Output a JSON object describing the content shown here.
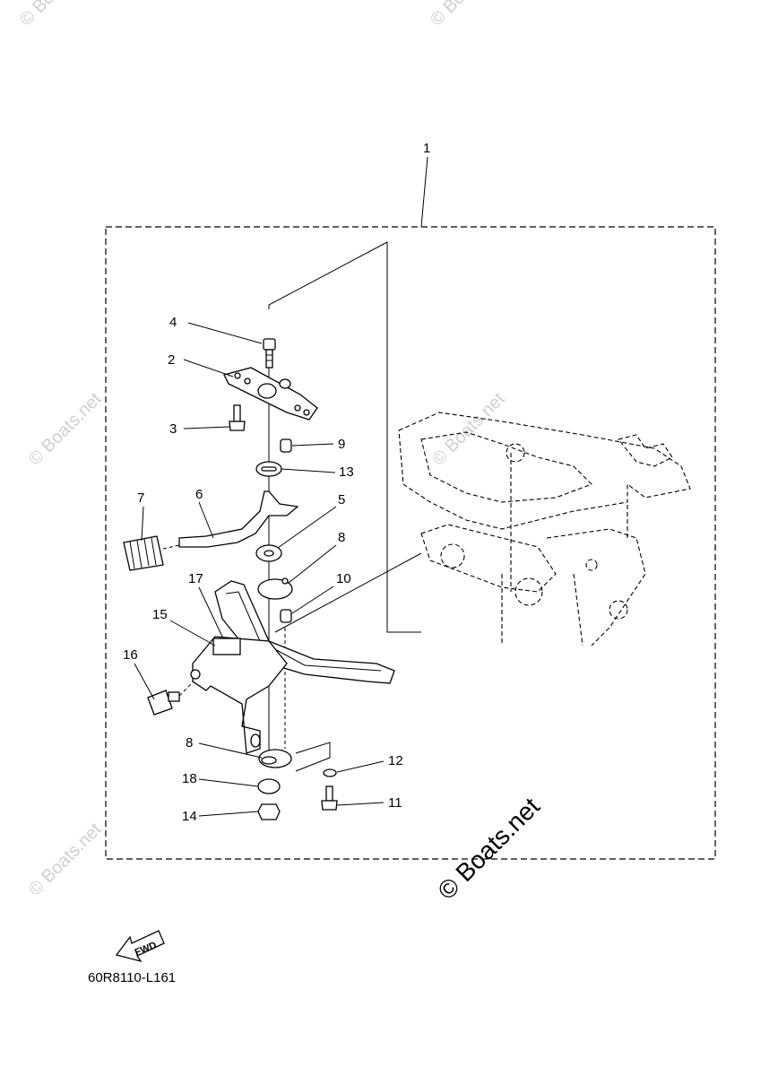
{
  "callouts": [
    "1",
    "2",
    "3",
    "4",
    "5",
    "6",
    "7",
    "8",
    "8",
    "9",
    "10",
    "11",
    "12",
    "13",
    "14",
    "15",
    "16",
    "17",
    "18"
  ],
  "fwd_label": "FWD",
  "part_code": "60R8110-L161",
  "watermark": "© Boats.net"
}
